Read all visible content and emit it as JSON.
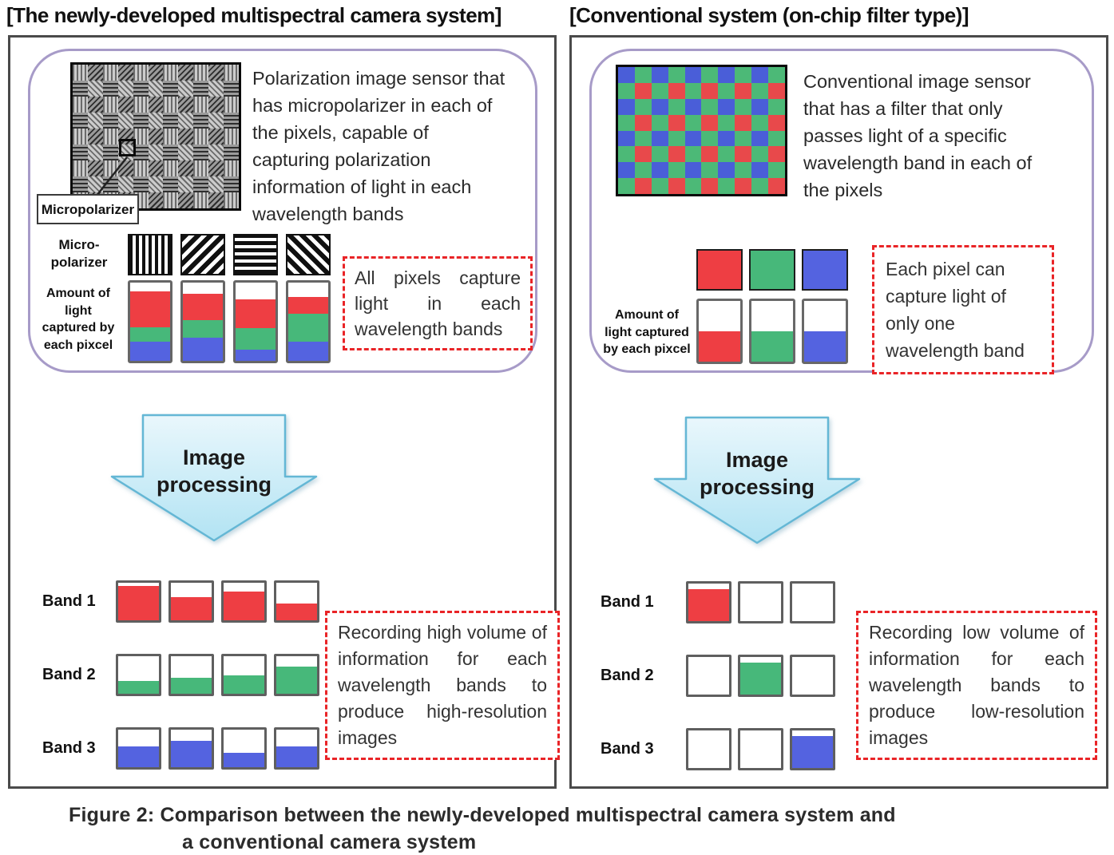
{
  "colors": {
    "red": "#ee3e43",
    "green": "#47b87a",
    "blue": "#5463e0",
    "mosaic_red": "#e8494b",
    "mosaic_green": "#4cb977",
    "mosaic_blue": "#4a5ed8",
    "dashed_callout_red": "#e92427",
    "container_purple": "#a79bc8",
    "panel_border_gray": "#4a4a4a",
    "arrow_fill_top": "#e9f7fc",
    "arrow_fill_bottom": "#b2e3f3",
    "arrow_stroke": "#64b7d5"
  },
  "left": {
    "title": "[The newly-developed multispectral camera system]",
    "sensor_caption": "Polarization image sensor that\nhas micropolarizer in each of\nthe pixels, capable of\ncapturing polarization\ninformation of light in each\nwavelength bands",
    "micropolarizer_tag": "Micropolarizer",
    "micropolarizer_row_label": [
      "Micro-",
      "polarizer"
    ],
    "polarizer_swatches": [
      {
        "name": "vertical-stripes",
        "angle": 90,
        "period": 8
      },
      {
        "name": "diagonal-stripes-up",
        "angle": 135,
        "period": 11
      },
      {
        "name": "horizontal-stripes",
        "angle": 0,
        "period": 9
      },
      {
        "name": "diagonal-stripes-down",
        "angle": 45,
        "period": 11
      }
    ],
    "sensor_pattern": {
      "cols": 11,
      "rows": 9,
      "stripe_angle_cycle": [
        90,
        135,
        0,
        45
      ]
    },
    "amount_label": [
      "Amount of",
      "light",
      "captured by",
      "each pixcel"
    ],
    "pixel_bars": [
      {
        "red": 46,
        "green": 19,
        "blue": 24
      },
      {
        "red": 34,
        "green": 22,
        "blue": 30
      },
      {
        "red": 37,
        "green": 28,
        "blue": 14
      },
      {
        "red": 22,
        "green": 36,
        "blue": 24
      }
    ],
    "callout_capture": "All pixels capture light in each wavelength bands",
    "arrow_lines": [
      "Image",
      "processing"
    ],
    "bands": [
      {
        "label": "Band 1",
        "boxes": [
          {
            "color": "red",
            "fill": 92
          },
          {
            "color": "red",
            "fill": 62
          },
          {
            "color": "red",
            "fill": 77
          },
          {
            "color": "red",
            "fill": 44
          }
        ]
      },
      {
        "label": "Band 2",
        "boxes": [
          {
            "color": "green",
            "fill": 35
          },
          {
            "color": "green",
            "fill": 42
          },
          {
            "color": "green",
            "fill": 50
          },
          {
            "color": "green",
            "fill": 72
          }
        ]
      },
      {
        "label": "Band 3",
        "boxes": [
          {
            "color": "blue",
            "fill": 55
          },
          {
            "color": "blue",
            "fill": 70
          },
          {
            "color": "blue",
            "fill": 38
          },
          {
            "color": "blue",
            "fill": 55
          }
        ]
      }
    ],
    "callout_result": "Recording high volume of information for each wavelength bands to produce high-resolution images"
  },
  "right": {
    "title": "[Conventional system (on-chip filter type)]",
    "sensor_caption": "Conventional image sensor\nthat has a filter that only\npasses light of a specific\nwavelength band in each of\nthe pixels",
    "bayer_rows": [
      "BGBGBGBGBG",
      "GRGRGRGRGR",
      "BGBGBGBGBG",
      "GRGRGRGRGR",
      "BGBGBGBGBG",
      "GRGRGRGRGR",
      "BGBGBGBGBG",
      "GRGRGRGRGR"
    ],
    "filter_swatches": [
      "red",
      "green",
      "blue"
    ],
    "amount_label": [
      "Amount of",
      "light captured",
      "by each pixcel"
    ],
    "pixel_boxes": [
      {
        "color": "red",
        "fill": 50
      },
      {
        "color": "green",
        "fill": 50
      },
      {
        "color": "blue",
        "fill": 50
      }
    ],
    "callout_capture": "Each pixel can capture light of only one wavelength band",
    "arrow_lines": [
      "Image",
      "processing"
    ],
    "bands": [
      {
        "label": "Band 1",
        "boxes": [
          {
            "color": "red",
            "fill": 85
          },
          {
            "fill": 0
          },
          {
            "fill": 0
          }
        ]
      },
      {
        "label": "Band 2",
        "boxes": [
          {
            "fill": 0
          },
          {
            "color": "green",
            "fill": 85
          },
          {
            "fill": 0
          }
        ]
      },
      {
        "label": "Band 3",
        "boxes": [
          {
            "fill": 0
          },
          {
            "fill": 0
          },
          {
            "color": "blue",
            "fill": 85
          }
        ]
      }
    ],
    "callout_result": "Recording low volume of information for each wavelength bands to produce low-resolution images"
  },
  "caption": {
    "line1": "Figure 2: Comparison between the newly-developed multispectral camera system and",
    "line2": "a conventional camera system"
  }
}
